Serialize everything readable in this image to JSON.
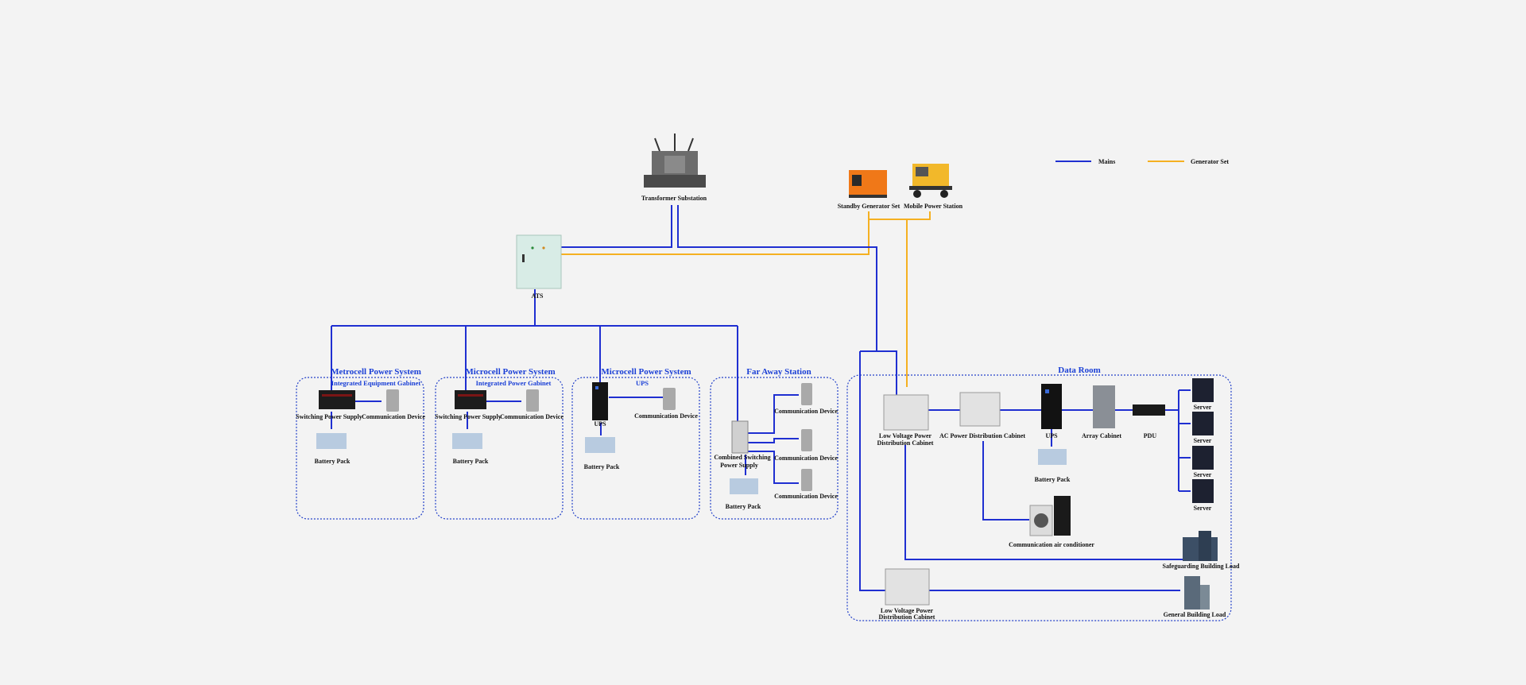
{
  "legend": {
    "mains": "Mains",
    "generator": "Generator Set"
  },
  "colors": {
    "mains": "#1f2fd1",
    "generator": "#f5b021",
    "group_title": "#1a3fd6"
  },
  "labels": {
    "transformer": "Transformer Substation",
    "standby": "Standby Generator Set",
    "mobile": "Mobile Power Station",
    "ats": "ATS"
  },
  "groups": {
    "metrocell": {
      "title": "Metrocell Power System",
      "subtitle": "Integrated Equipment Gabinet",
      "sps": "Switching Power Supply",
      "comm": "Communication Device",
      "battery": "Battery Pack"
    },
    "microcell1": {
      "title": "Microcell Power System",
      "subtitle": "Integrated Power Gabinet",
      "sps": "Switching Power Supply",
      "comm": "Communication Device",
      "battery": "Battery Pack"
    },
    "microcell2": {
      "title": "Microcell Power System",
      "subtitle": "UPS",
      "ups": "UPS",
      "comm": "Communication Device",
      "battery": "Battery Pack"
    },
    "faraway": {
      "title": "Far Away Station",
      "combined_1": "Combined Switching",
      "combined_2": "Power Supply",
      "comm1": "Communication Device",
      "comm2": "Communication Device",
      "comm3": "Communication Device",
      "battery": "Battery Pack"
    }
  },
  "dataroom": {
    "title": "Data Room",
    "lv_1": "Low Voltage Power",
    "lv_2": "Distribution Cabinet",
    "ac": "AC Power Distribution Cabinet",
    "ups": "UPS",
    "array": "Array Cabinet",
    "pdu": "PDU",
    "servers": [
      "Server",
      "Server",
      "Server",
      "Server"
    ],
    "battery": "Battery Pack",
    "aircon": "Communication air conditioner",
    "safeguard": "Safeguarding Building Load",
    "lv2_1": "Low Voltage Power",
    "lv2_2": "Distribution Cabinet",
    "general": "General Building Load"
  }
}
